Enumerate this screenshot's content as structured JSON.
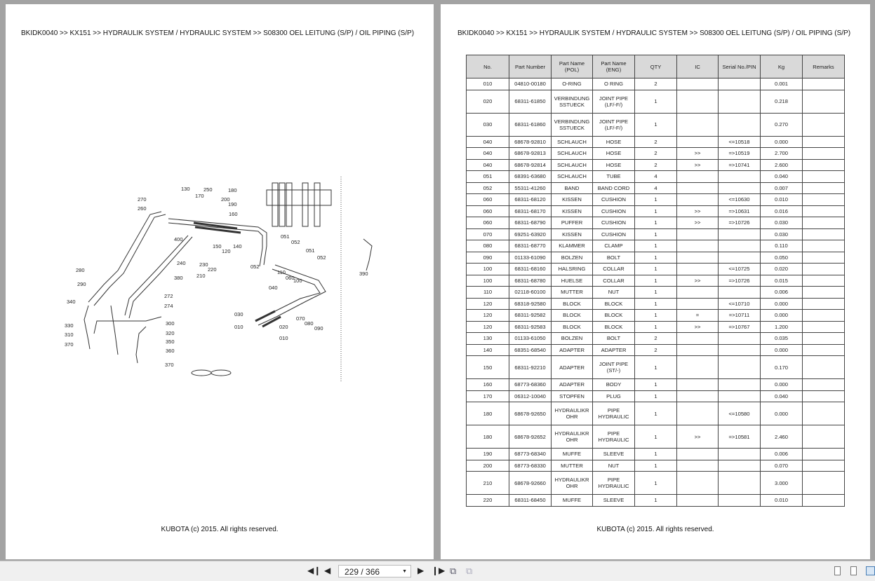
{
  "breadcrumb": "BKIDK0040 >> KX151 >> HYDRAULIK SYSTEM / HYDRAULIC SYSTEM >> S08300   OEL LEITUNG (S/P) / OIL PIPING (S/P)",
  "footer": "KUBOTA (c) 2015. All rights reserved.",
  "diagram": {
    "callouts": [
      "130",
      "250",
      "180",
      "170",
      "200",
      "190",
      "270",
      "260",
      "160",
      "400",
      "150",
      "120",
      "140",
      "240",
      "230",
      "220",
      "210",
      "380",
      "280",
      "290",
      "272",
      "274",
      "340",
      "330",
      "310",
      "370",
      "300",
      "320",
      "350",
      "360",
      "370",
      "051",
      "052",
      "051",
      "052",
      "052",
      "110",
      "060",
      "100",
      "040",
      "030",
      "010",
      "020",
      "010",
      "070",
      "080",
      "090",
      "390"
    ]
  },
  "table": {
    "headers": [
      "No.",
      "Part Number",
      "Part Name\n(POL)",
      "Part Name\n(ENG)",
      "QTY",
      "IC",
      "Serial No./PIN",
      "Kg",
      "Remarks"
    ],
    "rows": [
      [
        "010",
        "04810-00180",
        "O-RING",
        "O RING",
        "2",
        "",
        "",
        "0.001",
        ""
      ],
      [
        "020",
        "68311-61850",
        "VERBINDUNG SSTUECK",
        "JOINT PIPE (LF/-F/)",
        "1",
        "",
        "",
        "0.218",
        ""
      ],
      [
        "030",
        "68311-61860",
        "VERBINDUNG SSTUECK",
        "JOINT PIPE (LF/-F/)",
        "1",
        "",
        "",
        "0.270",
        ""
      ],
      [
        "040",
        "68678-92810",
        "SCHLAUCH",
        "HOSE",
        "2",
        "",
        "<=10518",
        "0.000",
        ""
      ],
      [
        "040",
        "68678-92813",
        "SCHLAUCH",
        "HOSE",
        "2",
        ">>",
        "=>10519",
        "2.700",
        ""
      ],
      [
        "040",
        "68678-92814",
        "SCHLAUCH",
        "HOSE",
        "2",
        ">>",
        "=>10741",
        "2.600",
        ""
      ],
      [
        "051",
        "68391-63680",
        "SCHLAUCH",
        "TUBE",
        "4",
        "",
        "",
        "0.040",
        ""
      ],
      [
        "052",
        "55311-41260",
        "BAND",
        "BAND CORD",
        "4",
        "",
        "",
        "0.007",
        ""
      ],
      [
        "060",
        "68311-68120",
        "KISSEN",
        "CUSHION",
        "1",
        "",
        "<=10630",
        "0.010",
        ""
      ],
      [
        "060",
        "68311-68170",
        "KISSEN",
        "CUSHION",
        "1",
        ">>",
        "=>10631",
        "0.016",
        ""
      ],
      [
        "060",
        "68311-68790",
        "PUFFER",
        "CUSHION",
        "1",
        ">>",
        "=>10726",
        "0.030",
        ""
      ],
      [
        "070",
        "69251-63920",
        "KISSEN",
        "CUSHION",
        "1",
        "",
        "",
        "0.030",
        ""
      ],
      [
        "080",
        "68311-68770",
        "KLAMMER",
        "CLAMP",
        "1",
        "",
        "",
        "0.110",
        ""
      ],
      [
        "090",
        "01133-61090",
        "BOLZEN",
        "BOLT",
        "1",
        "",
        "",
        "0.050",
        ""
      ],
      [
        "100",
        "68311-68160",
        "HALSRING",
        "COLLAR",
        "1",
        "",
        "<=10725",
        "0.020",
        ""
      ],
      [
        "100",
        "68311-68780",
        "HUELSE",
        "COLLAR",
        "1",
        ">>",
        "=>10726",
        "0.015",
        ""
      ],
      [
        "110",
        "02118-60100",
        "MUTTER",
        "NUT",
        "1",
        "",
        "",
        "0.006",
        ""
      ],
      [
        "120",
        "68318-92580",
        "BLOCK",
        "BLOCK",
        "1",
        "",
        "<=10710",
        "0.000",
        ""
      ],
      [
        "120",
        "68311-92582",
        "BLOCK",
        "BLOCK",
        "1",
        "=",
        "=>10711",
        "0.000",
        ""
      ],
      [
        "120",
        "68311-92583",
        "BLOCK",
        "BLOCK",
        "1",
        ">>",
        "=>10767",
        "1.200",
        ""
      ],
      [
        "130",
        "01133-61050",
        "BOLZEN",
        "BOLT",
        "2",
        "",
        "",
        "0.035",
        ""
      ],
      [
        "140",
        "68351-68540",
        "ADAPTER",
        "ADAPTER",
        "2",
        "",
        "",
        "0.000",
        ""
      ],
      [
        "150",
        "68311-92210",
        "ADAPTER",
        "JOINT PIPE (ST/-)",
        "1",
        "",
        "",
        "0.170",
        ""
      ],
      [
        "160",
        "68773-68360",
        "ADAPTER",
        "BODY",
        "1",
        "",
        "",
        "0.000",
        ""
      ],
      [
        "170",
        "06312-10040",
        "STOPFEN",
        "PLUG",
        "1",
        "",
        "",
        "0.040",
        ""
      ],
      [
        "180",
        "68678-92650",
        "HYDRAULIKR OHR",
        "PIPE HYDRAULIC",
        "1",
        "",
        "<=10580",
        "0.000",
        ""
      ],
      [
        "180",
        "68678-92652",
        "HYDRAULIKR OHR",
        "PIPE HYDRAULIC",
        "1",
        ">>",
        "=>10581",
        "2.460",
        ""
      ],
      [
        "190",
        "68773-68340",
        "MUFFE",
        "SLEEVE",
        "1",
        "",
        "",
        "0.006",
        ""
      ],
      [
        "200",
        "68773-68330",
        "MUTTER",
        "NUT",
        "1",
        "",
        "",
        "0.070",
        ""
      ],
      [
        "210",
        "68678-92660",
        "HYDRAULIKR OHR",
        "PIPE HYDRAULIC",
        "1",
        "",
        "",
        "3.000",
        ""
      ],
      [
        "220",
        "68311-68450",
        "MUFFE",
        "SLEEVE",
        "1",
        "",
        "",
        "0.010",
        ""
      ]
    ]
  },
  "toolbar": {
    "page_indicator": "229 / 366",
    "icons": [
      "first-page-icon",
      "prev-page-icon",
      "next-page-icon",
      "last-page-icon",
      "copy-page-icon",
      "paste-page-icon",
      "single-page-view-icon",
      "continuous-view-icon",
      "two-page-view-icon"
    ]
  }
}
